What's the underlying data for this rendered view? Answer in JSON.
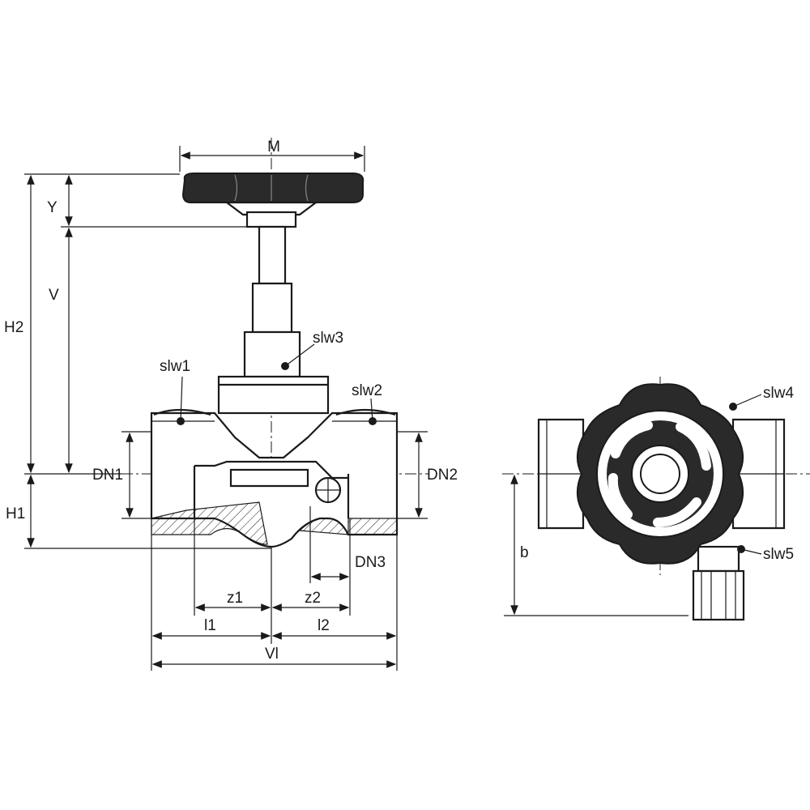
{
  "drawing": {
    "left_view": {
      "dimensions": {
        "M": "M",
        "Y": "Y",
        "V": "V",
        "H2": "H2",
        "H1": "H1",
        "DN1": "DN1",
        "DN2": "DN2",
        "DN3": "DN3",
        "z1": "z1",
        "z2": "z2",
        "l1": "l1",
        "l2": "l2",
        "Vl": "Vl"
      },
      "callouts": {
        "slw1": "slw1",
        "slw2": "slw2",
        "slw3": "slw3"
      }
    },
    "right_view": {
      "dimensions": {
        "b": "b"
      },
      "callouts": {
        "slw4": "slw4",
        "slw5": "slw5"
      }
    }
  }
}
